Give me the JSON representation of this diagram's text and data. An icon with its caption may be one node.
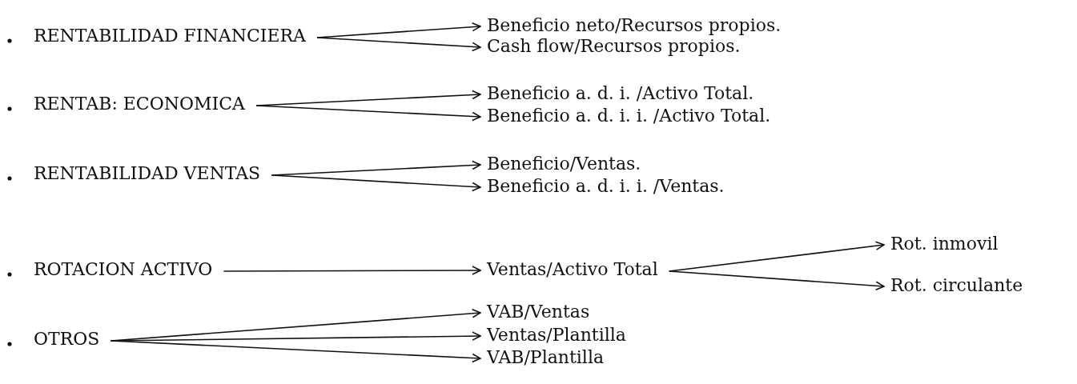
{
  "diagram": {
    "nodes": [
      {
        "text": [
          "RENTABILIDAD FINANCIERA"
        ]
      },
      {
        "text": [
          "Beneficio neto/Recursos propios."
        ]
      },
      {
        "text": [
          "Cash flow/Recursos propios."
        ]
      },
      {
        "text": [
          "RENTAB: ECONOMICA"
        ]
      },
      {
        "text": [
          "Beneficio a. d. i. /Activo Total."
        ]
      },
      {
        "text": [
          "Beneficio a. d. i. i. /Activo Total."
        ]
      },
      {
        "text": [
          "RENTABILIDAD VENTAS"
        ]
      },
      {
        "text": [
          "Beneficio/Ventas."
        ]
      },
      {
        "text": [
          "Beneficio a. d. i. i. /Ventas."
        ]
      },
      {
        "text": [
          "ROTACION ACTIVO"
        ]
      },
      {
        "text": [
          "Ventas/Activo Total"
        ]
      },
      {
        "text": [
          "Rot. inmovil"
        ]
      },
      {
        "text": [
          "Rot. circulante"
        ]
      },
      {
        "text": [
          "OTROS"
        ]
      },
      {
        "text": [
          "VAB/Ventas"
        ]
      },
      {
        "text": [
          "Ventas/Plantilla"
        ]
      },
      {
        "text": [
          "VAB/Plantilla"
        ]
      }
    ],
    "edges": [
      {
        "from": 0,
        "to": 1,
        "arrow": "to"
      },
      {
        "from": 0,
        "to": 2,
        "arrow": "to"
      },
      {
        "from": 3,
        "to": 4,
        "arrow": "to"
      },
      {
        "from": 3,
        "to": 5,
        "arrow": "to"
      },
      {
        "from": 6,
        "to": 7,
        "arrow": "to"
      },
      {
        "from": 6,
        "to": 8,
        "arrow": "to"
      },
      {
        "from": 9,
        "to": 10,
        "arrow": "to"
      },
      {
        "from": 10,
        "to": 11,
        "arrow": "to"
      },
      {
        "from": 10,
        "to": 12,
        "arrow": "to"
      },
      {
        "from": 13,
        "to": 14,
        "arrow": "to"
      },
      {
        "from": 13,
        "to": 15,
        "arrow": "to"
      },
      {
        "from": 13,
        "to": 16,
        "arrow": "to"
      }
    ]
  }
}
